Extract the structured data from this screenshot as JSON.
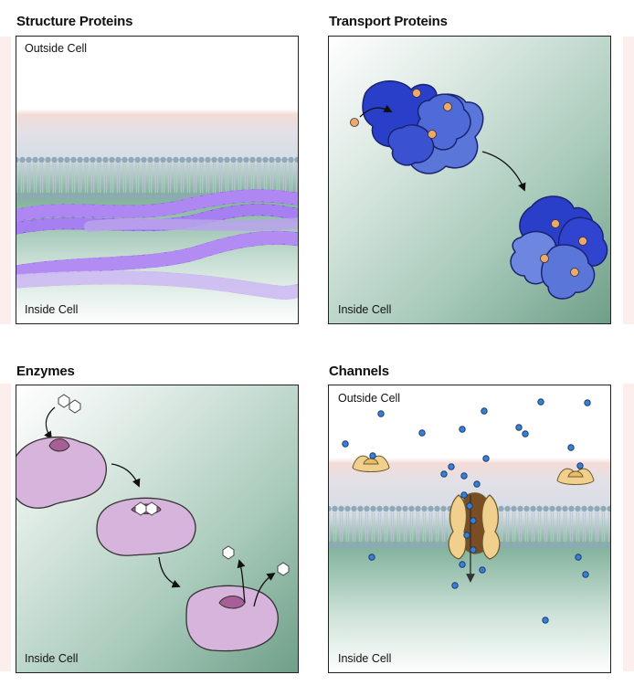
{
  "panels": {
    "structure": {
      "title": "Structure Proteins",
      "outside_label": "Outside Cell",
      "inside_label": "Inside Cell"
    },
    "transport": {
      "title": "Transport Proteins",
      "inside_label": "Inside Cell"
    },
    "enzymes": {
      "title": "Enzymes",
      "inside_label": "Inside Cell"
    },
    "channels": {
      "title": "Channels",
      "outside_label": "Outside Cell",
      "inside_label": "Inside Cell"
    }
  },
  "colors": {
    "membrane_head": "#8fa9b8",
    "protein_fiber": "#8a58e8",
    "protein_fiber_faded": "#b9a3ec",
    "transporter_dark": "#2a3fc9",
    "transporter_light": "#5a76d8",
    "cargo": "#f0a86a",
    "enzyme": "#d7b4dc",
    "substrate": "#ffffff",
    "channel_protein": "#f1d08e",
    "ion": "#3a7fd0"
  }
}
